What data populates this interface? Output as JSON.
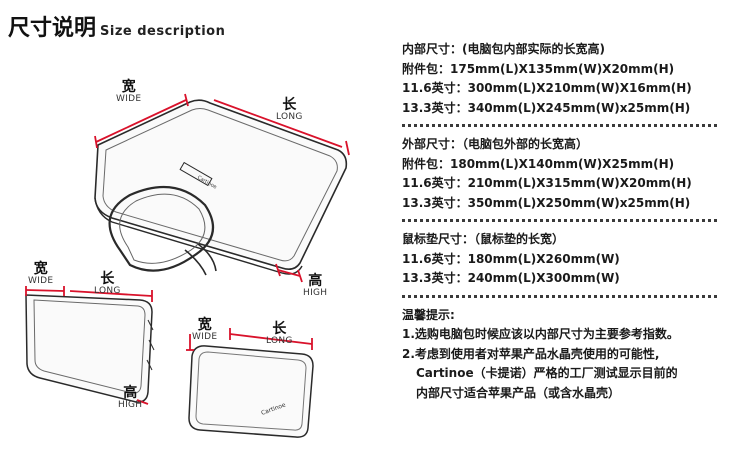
{
  "title": {
    "cn": "尺寸说明",
    "en": "Size description"
  },
  "labels": {
    "big": {
      "width_cn": "宽",
      "width_en": "WIDE",
      "length_cn": "长",
      "length_en": "LONG",
      "height_cn": "高",
      "height_en": "HIGH"
    },
    "sleeve": {
      "width_cn": "宽",
      "width_en": "WIDE",
      "length_cn": "长",
      "length_en": "LONG",
      "height_cn": "高",
      "height_en": "HIGH"
    },
    "pad": {
      "width_cn": "宽",
      "width_en": "WIDE",
      "length_cn": "长",
      "length_en": "LONG"
    }
  },
  "brand_logo": "Cartinoe",
  "inner": {
    "title": "内部尺寸：(电脑包内部实际的长宽高)",
    "rows": [
      "附件包：175mm(L)X135mm(W)X20mm(H)",
      "11.6英寸：300mm(L)X210mm(W)X16mm(H)",
      "13.3英寸：340mm(L)X245mm(W)x25mm(H)"
    ]
  },
  "outer": {
    "title": "外部尺寸：（电脑包外部的长宽高）",
    "rows": [
      "附件包：180mm(L)X140mm(W)X25mm(H)",
      "11.6英寸：210mm(L)X315mm(W)X20mm(H)",
      "13.3英寸：350mm(L)X250mm(W)x25mm(H)"
    ]
  },
  "mousepad": {
    "title": "鼠标垫尺寸：（鼠标垫的长宽）",
    "rows": [
      "11.6英寸：180mm(L)X260mm(W)",
      "13.3英寸：240mm(L)X300mm(W)"
    ]
  },
  "tips": {
    "title": "温馨提示:",
    "rows": [
      "1.选购电脑包时候应该以内部尺寸为主要参考指数。",
      "2.考虑到使用者对苹果产品水晶壳使用的可能性,",
      "Cartinoe（卡提诺）严格的工厂测试显示目前的",
      "内部尺寸适合苹果产品（或含水晶壳）"
    ]
  },
  "colors": {
    "dimension_line": "#d9122b",
    "outline": "#2a2a2a"
  }
}
